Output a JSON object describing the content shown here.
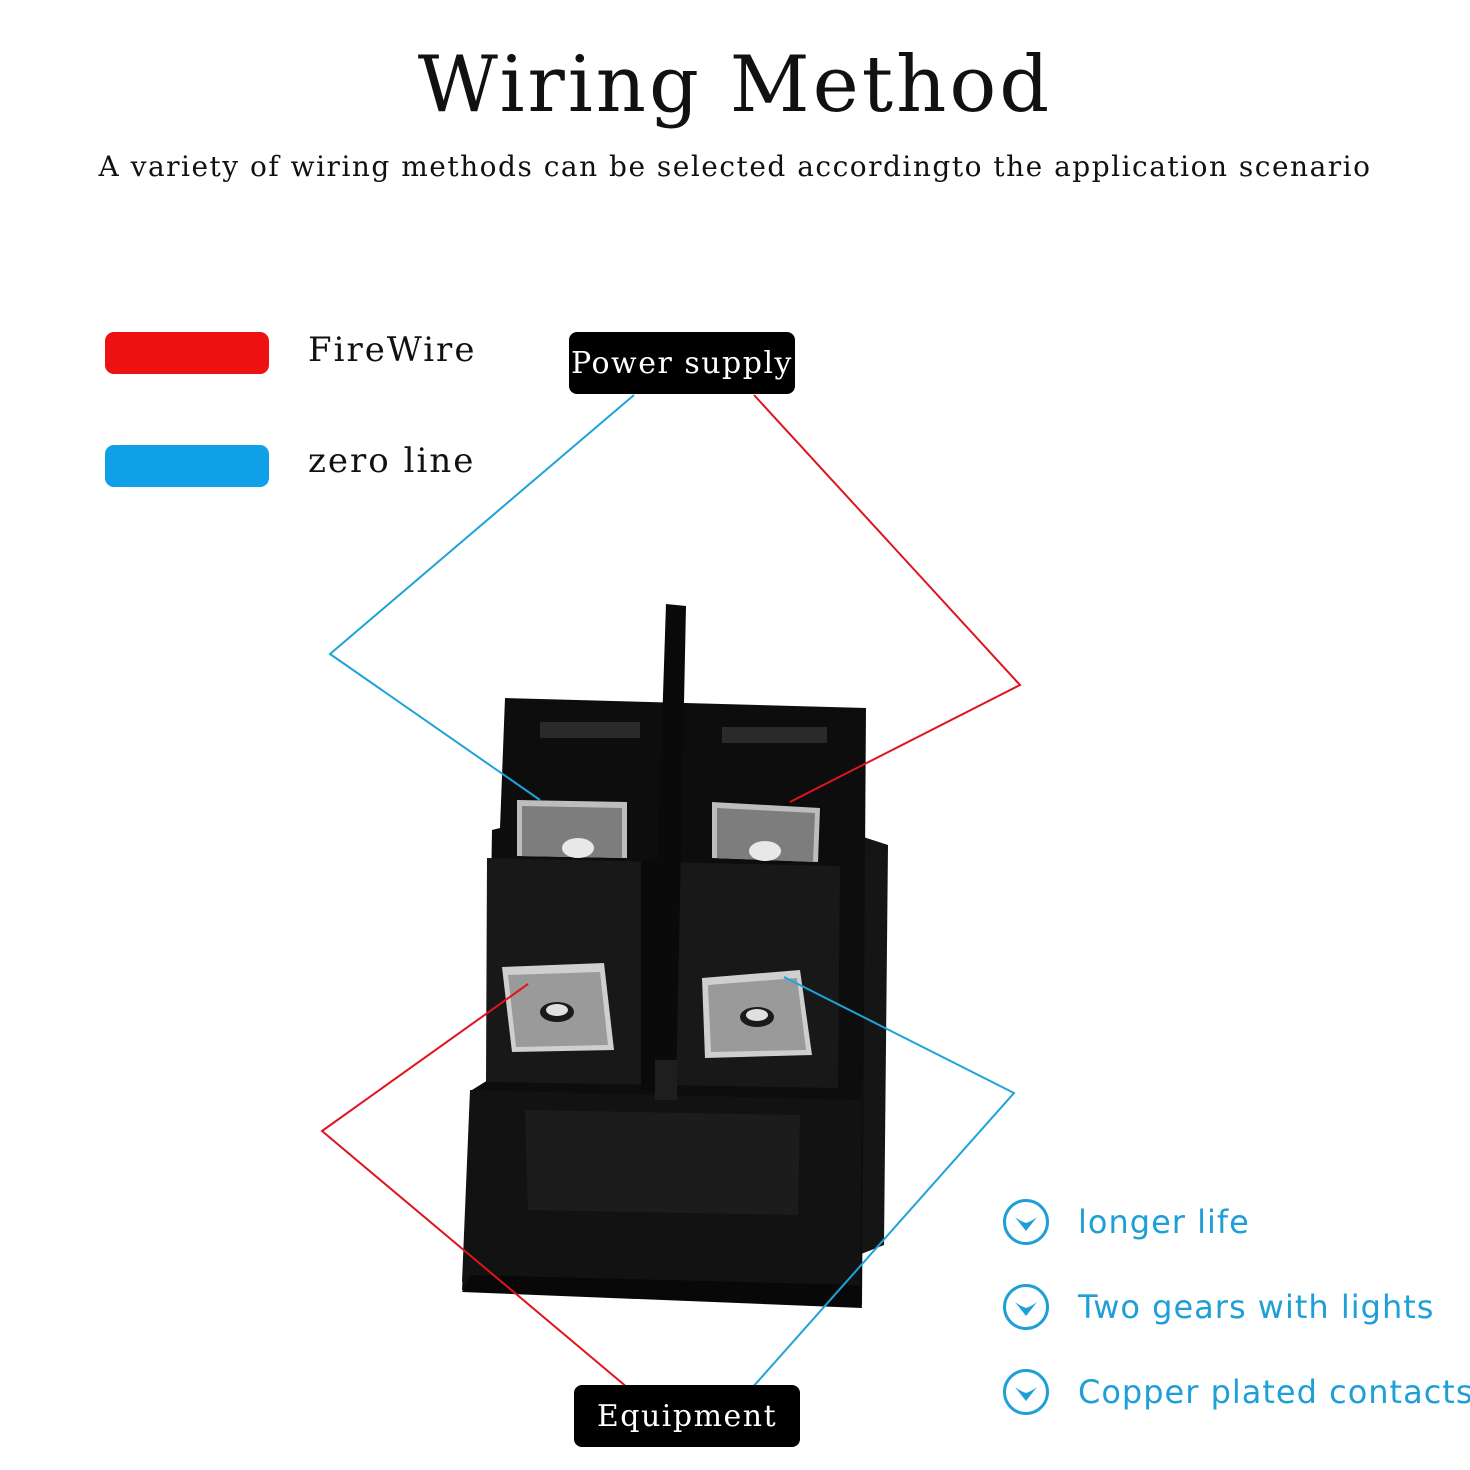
{
  "header": {
    "title": "Wiring Method",
    "subtitle": "A variety of wiring methods can be selected accordingto the application scenario"
  },
  "legend": {
    "items": [
      {
        "label": "FireWire",
        "color": "#ee1111"
      },
      {
        "label": "zero line",
        "color": "#10a0e8"
      }
    ]
  },
  "diagram": {
    "power_supply_label": "Power supply",
    "equipment_label": "Equipment",
    "fire_color": "#e0141c",
    "zero_color": "#1ea3d8"
  },
  "features": {
    "accent_color": "#1e9fd6",
    "items": [
      {
        "label": "longer life",
        "icon": "check-circle-icon"
      },
      {
        "label": "Two gears with lights",
        "icon": "check-circle-icon"
      },
      {
        "label": "Copper plated contacts",
        "icon": "check-circle-icon"
      }
    ]
  }
}
